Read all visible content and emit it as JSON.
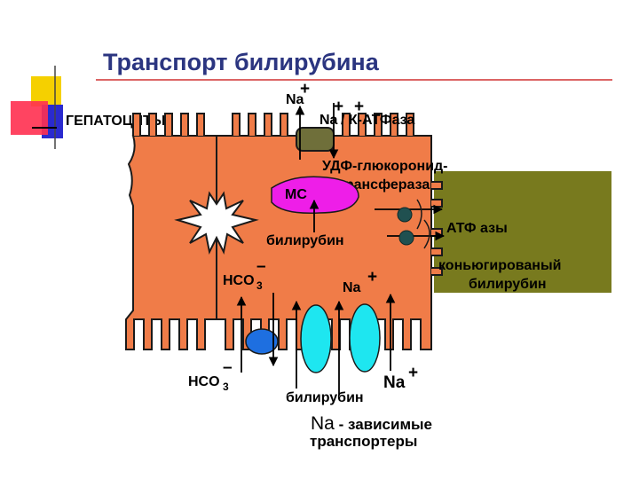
{
  "title": "Транспорт билирубина",
  "labels": {
    "hepatocytes": "ГЕПАТОЦИТЫ",
    "na_top": "Na",
    "na_top_charge": "+",
    "atpase_na": "Na",
    "atpase_na_charge": "+",
    "atpase_k_charge": "+",
    "atpase_rest": "/ К-АТФаза",
    "udp_line1": "УДФ-глюкоронид-",
    "udp_line2": "трансфераза",
    "mc": "МС",
    "bilirubin_mid": "билирубин",
    "atpases": "АТФ азы",
    "conj_line1": "коньюгированый",
    "conj_line2": "билирубин",
    "hco3_upper": "HCO",
    "hco3_upper_sub": "3",
    "hco3_upper_charge": "–",
    "na_mid": "Na",
    "na_mid_charge": "+",
    "hco3_lower": "HCO",
    "hco3_lower_sub": "3",
    "hco3_lower_charge": "–",
    "na_bottom": "Na",
    "na_bottom_charge": "+",
    "bilirubin_bottom": "билирубин",
    "na_dep_a": "Na",
    "na_dep_b": " - зависимые",
    "transporters": "транспортеры"
  },
  "colors": {
    "cell": "#f07c48",
    "bile": "#787a1e",
    "ms": "#ee1ee8",
    "pump": "#6f6f3a",
    "blue_transporter": "#1e6fe0",
    "na_transporter": "#1ee6f0",
    "transporter_dot": "#205050",
    "title": "#2b3580"
  },
  "icons": [
    "decorative-squares",
    "bile-canaliculus-star"
  ]
}
